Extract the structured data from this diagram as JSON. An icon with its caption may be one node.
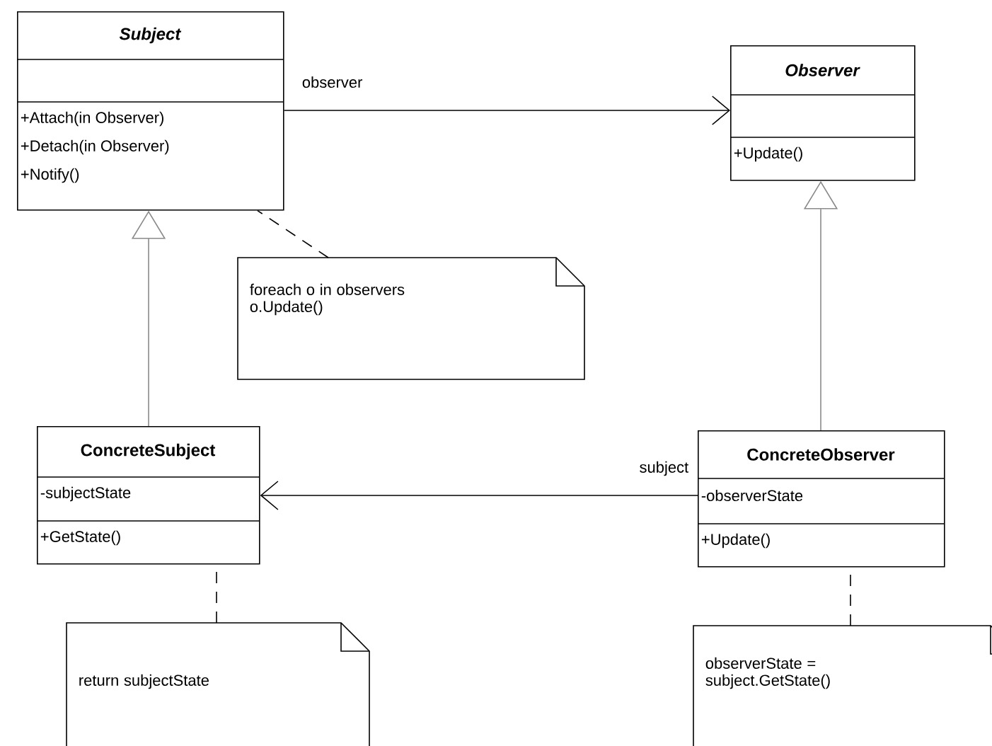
{
  "diagram": {
    "nodes": [
      {
        "text": [
          "Subject",
          "+Attach(in Observer)",
          "+Detach(in Observer)",
          "+Notify()"
        ]
      },
      {
        "text": [
          "Observer",
          "+Update()"
        ]
      },
      {
        "text": [
          "foreach o in observers o.Update()"
        ]
      },
      {
        "text": [
          "ConcreteSubject",
          "-subjectState",
          "+GetState()"
        ]
      },
      {
        "text": [
          "ConcreteObserver",
          "-observerState",
          "+Update()"
        ]
      },
      {
        "text": [
          "return subjectState"
        ]
      },
      {
        "text": [
          "observerState = subject.GetState()"
        ]
      }
    ],
    "edges": [
      {
        "from": 0,
        "to": 1,
        "arrow": "to",
        "label": "observer"
      },
      {
        "from": 3,
        "to": 0,
        "arrow": "to",
        "color": "#8a8a8a"
      },
      {
        "from": 4,
        "to": 1,
        "arrow": "to",
        "color": "#8a8a8a"
      },
      {
        "from": 4,
        "to": 3,
        "arrow": "to",
        "label": "subject"
      },
      {
        "from": 2,
        "to": 0,
        "arrow": "none",
        "style": "dashed"
      },
      {
        "from": 5,
        "to": 3,
        "arrow": "none",
        "style": "dashed"
      },
      {
        "from": 6,
        "to": 4,
        "arrow": "none",
        "style": "dashed"
      }
    ]
  }
}
